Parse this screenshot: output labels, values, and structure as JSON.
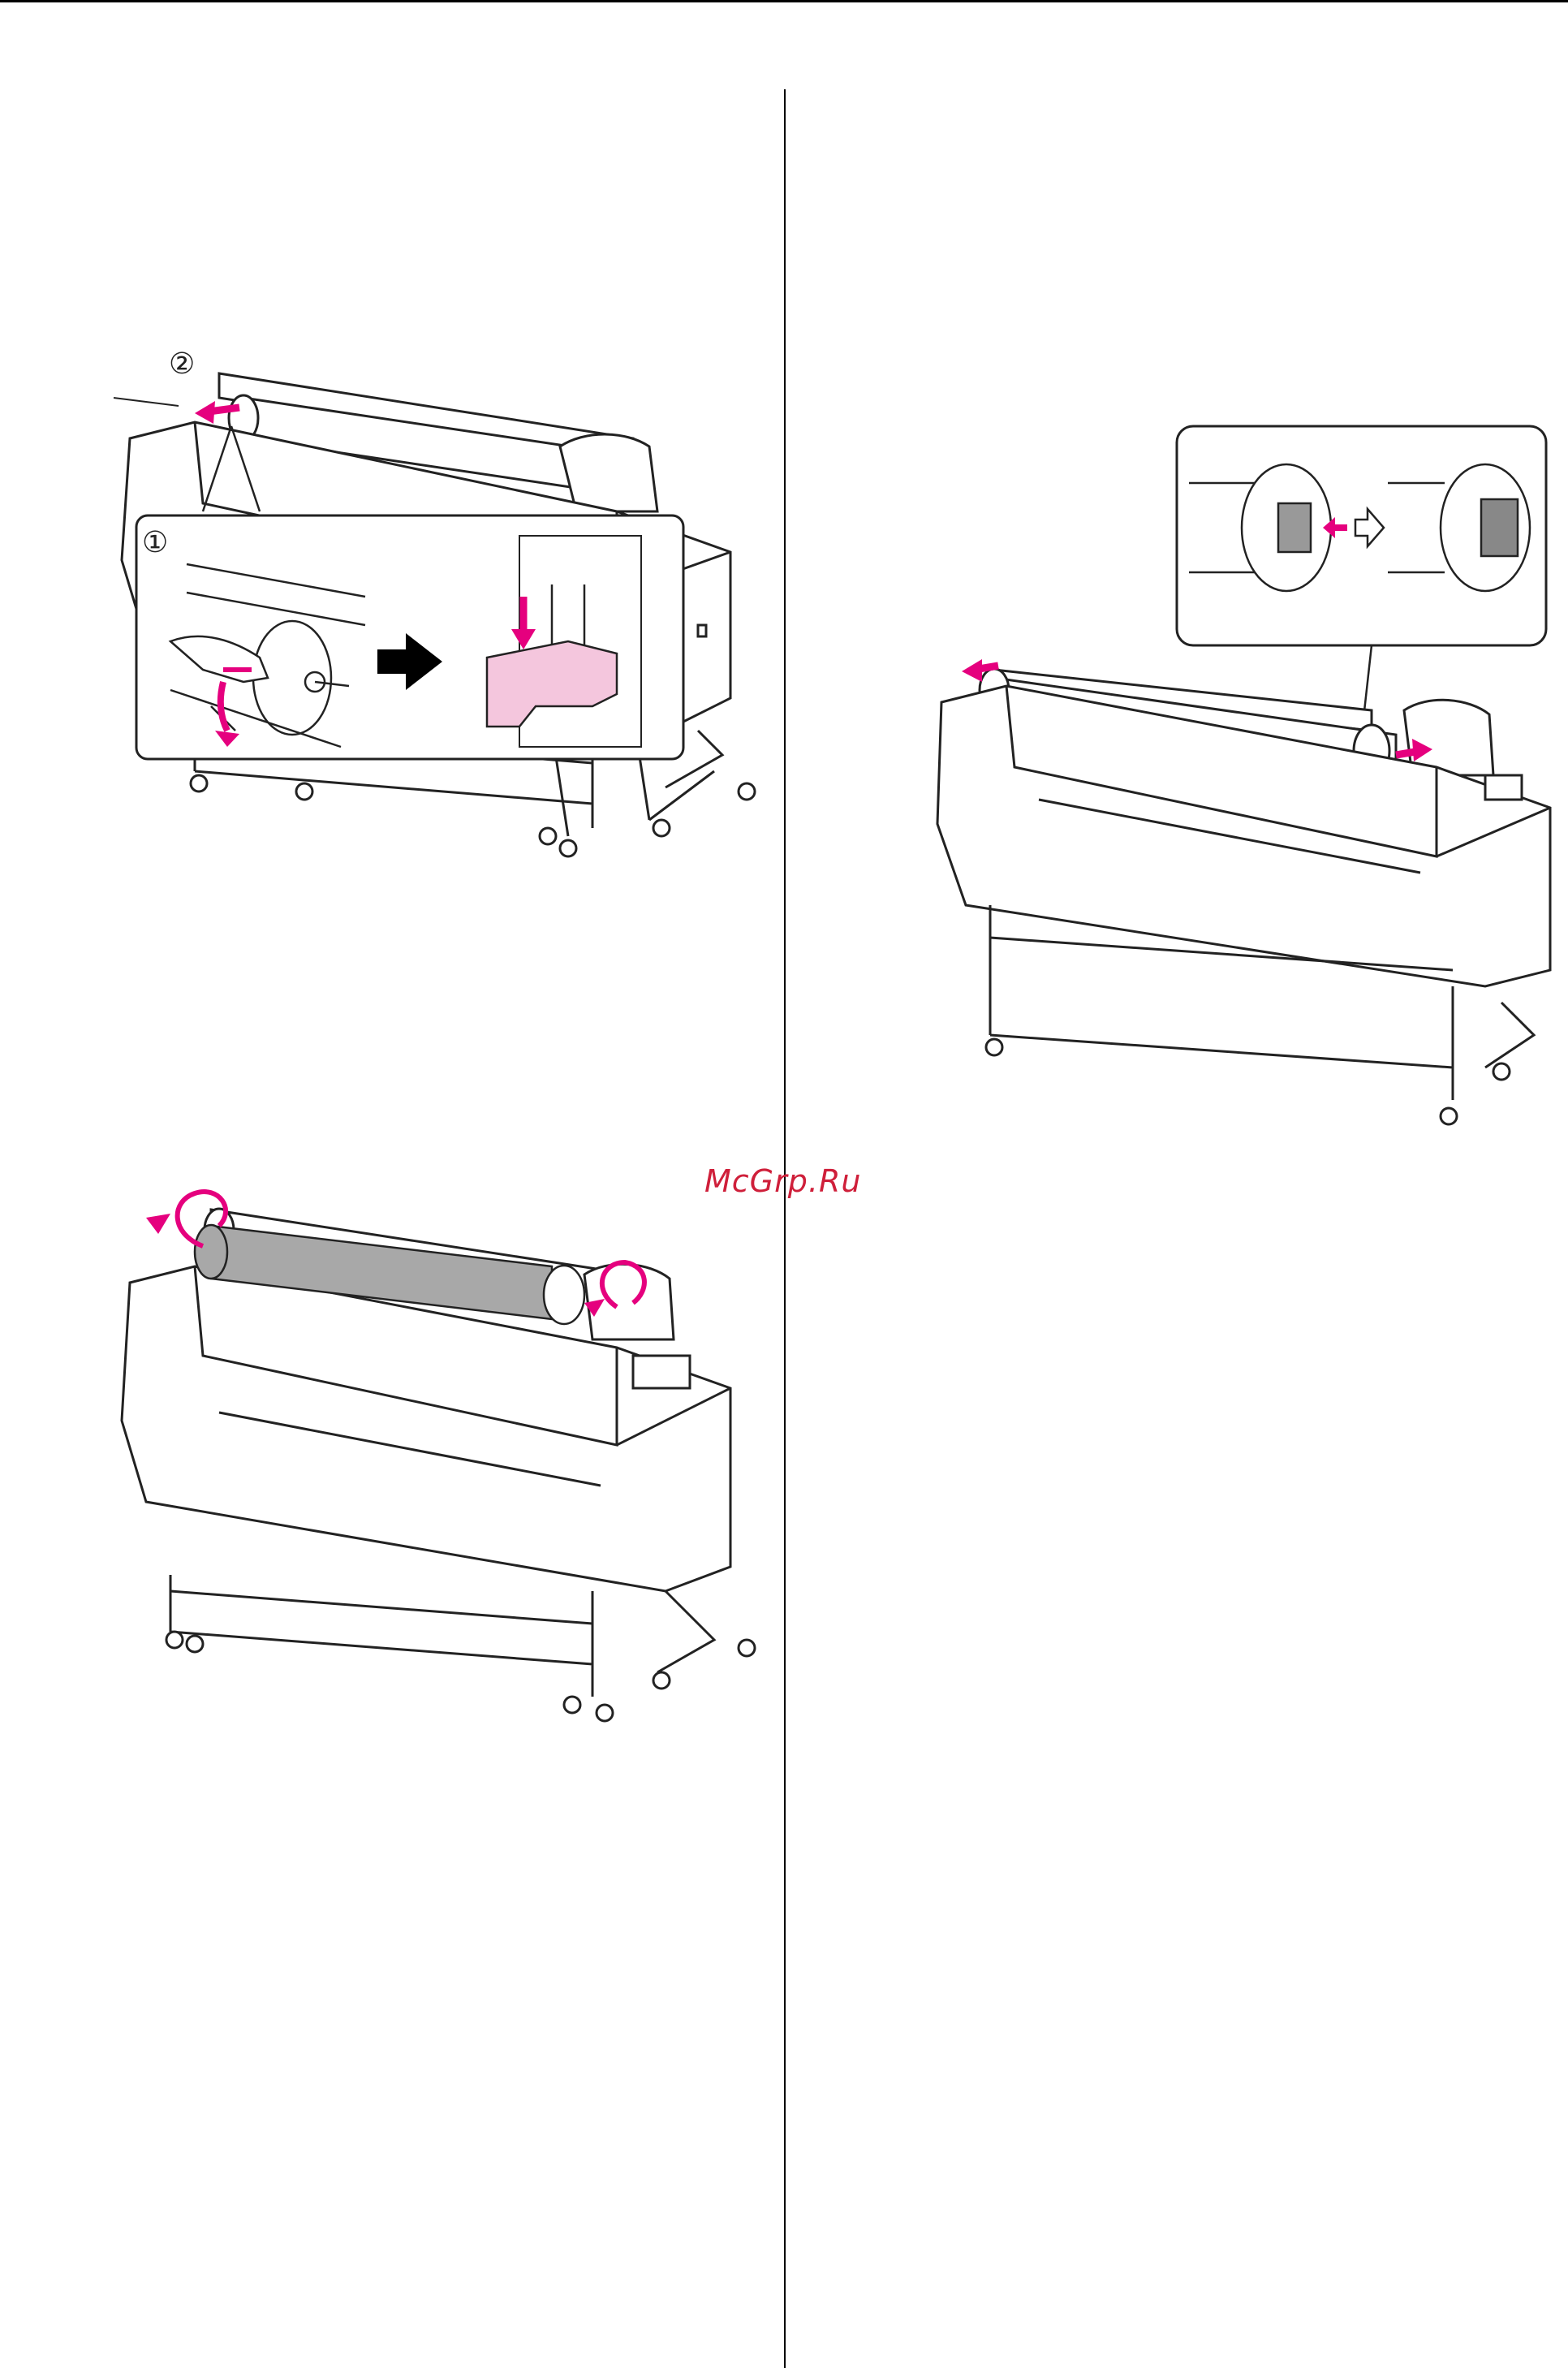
{
  "document": {
    "watermark": "McGrp.Ru",
    "step_markers": [
      "①",
      "②"
    ]
  },
  "colors": {
    "accent": "#e5007e",
    "accent_fill": "#f4c6dd",
    "line": "#222222",
    "roll_gray": "#a8a8a8",
    "watermark": "#cf1f3a"
  },
  "illustrations": [
    {
      "name": "printer-release-holder",
      "icons": [
        "printer-icon",
        "hand-icon",
        "lever-down-icon",
        "arrow-right-icon",
        "pink-arrow-icon"
      ]
    },
    {
      "name": "printer-remove-adapters",
      "icons": [
        "printer-icon",
        "adapter-icon",
        "adapter-release-icon",
        "pink-arrow-icon"
      ]
    },
    {
      "name": "printer-rotate-roll",
      "icons": [
        "printer-icon",
        "rotate-arrow-icon",
        "roll-paper-icon"
      ]
    }
  ]
}
